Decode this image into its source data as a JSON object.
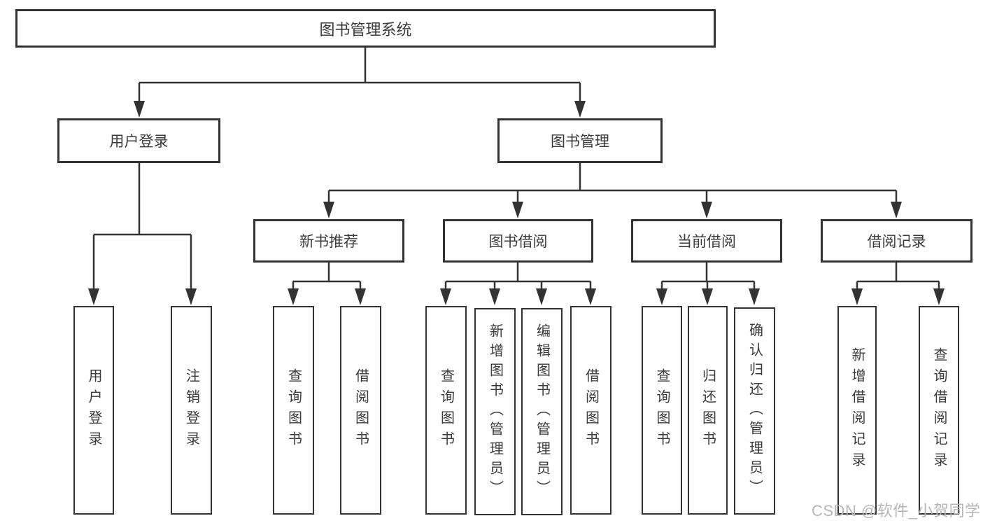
{
  "page": {
    "background": "#ffffff"
  },
  "colors": {
    "line": "#333333",
    "box_border": "#333333",
    "text": "#3a3a3a",
    "watermark": "#b6b6b6"
  },
  "diagram": {
    "type": "hierarchy-diagram",
    "root": {
      "label": "图书管理系统"
    },
    "level2": [
      {
        "label": "用户登录",
        "parent": "图书管理系统"
      },
      {
        "label": "图书管理",
        "parent": "图书管理系统"
      }
    ],
    "level3": [
      {
        "label": "新书推荐",
        "parent": "图书管理"
      },
      {
        "label": "图书借阅",
        "parent": "图书管理"
      },
      {
        "label": "当前借阅",
        "parent": "图书管理"
      },
      {
        "label": "借阅记录",
        "parent": "图书管理"
      }
    ],
    "level4": [
      {
        "label": "用户登录",
        "parent": "用户登录"
      },
      {
        "label": "注销登录",
        "parent": "用户登录"
      },
      {
        "label": "查询图书",
        "parent": "新书推荐"
      },
      {
        "label": "借阅图书",
        "parent": "新书推荐"
      },
      {
        "label": "查询图书",
        "parent": "图书借阅"
      },
      {
        "label": "新增图书（管理员）",
        "parent": "图书借阅"
      },
      {
        "label": "编辑图书（管理员）",
        "parent": "图书借阅"
      },
      {
        "label": "借阅图书",
        "parent": "图书借阅"
      },
      {
        "label": "查询图书",
        "parent": "当前借阅"
      },
      {
        "label": "归还图书",
        "parent": "当前借阅"
      },
      {
        "label": "确认归还（管理员）",
        "parent": "当前借阅"
      },
      {
        "label": "新增借阅记录",
        "parent": "借阅记录"
      },
      {
        "label": "查询借阅记录",
        "parent": "借阅记录"
      }
    ]
  },
  "watermark": {
    "text": "CSDN @软件_小贺同学"
  }
}
